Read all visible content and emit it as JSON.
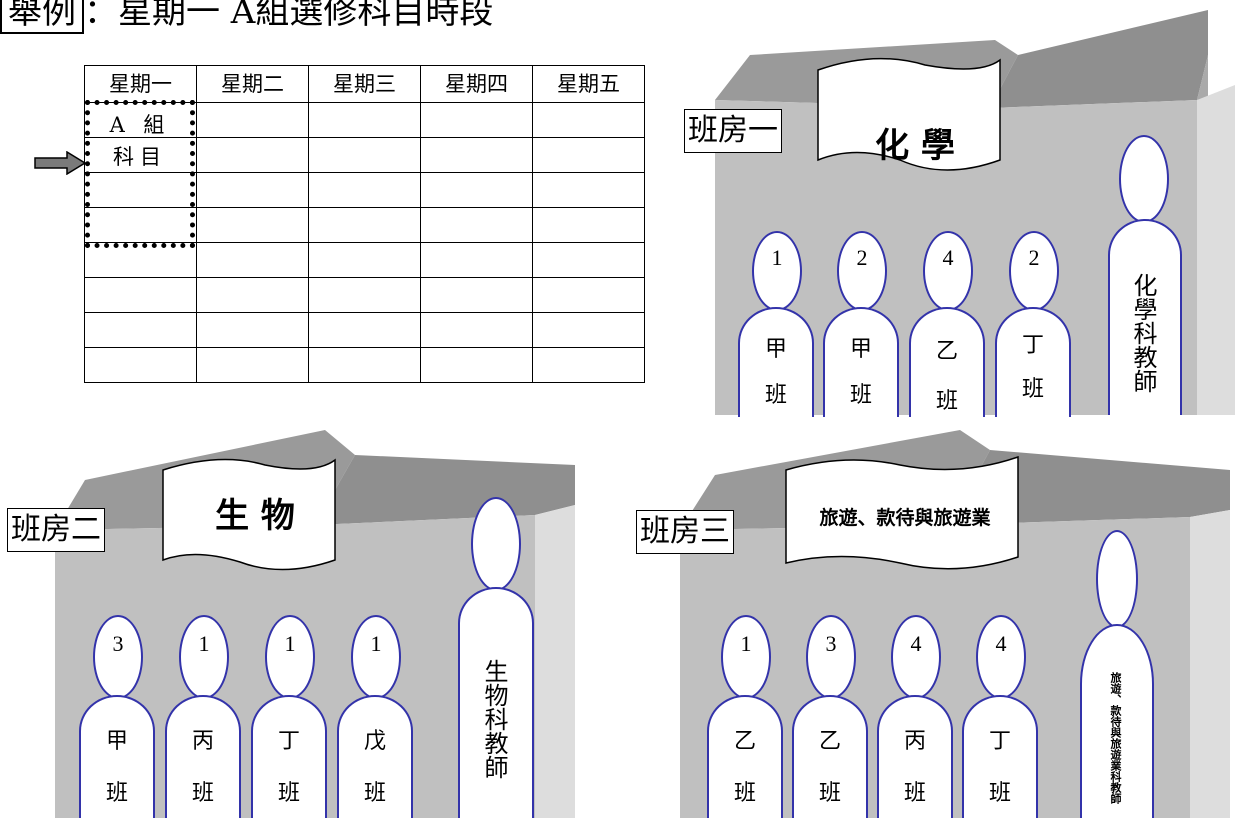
{
  "heading": {
    "boxed": "舉例",
    "text": "：星期一 A組選修科目時段"
  },
  "timetable": {
    "days": [
      "星期一",
      "星期二",
      "星期三",
      "星期四",
      "星期五"
    ],
    "slot_label_1": "A 組",
    "slot_label_2": "科目"
  },
  "rooms": [
    {
      "label": "班房一",
      "subject": "化 學",
      "students": [
        {
          "count": "1",
          "class_1": "甲",
          "class_2": "班"
        },
        {
          "count": "2",
          "class_1": "甲",
          "class_2": "班"
        },
        {
          "count": "4",
          "class_1": "乙",
          "class_2": "班"
        },
        {
          "count": "2",
          "class_1": "丁",
          "class_2": "班"
        }
      ],
      "teacher": "化學科教師"
    },
    {
      "label": "班房二",
      "subject": "生 物",
      "students": [
        {
          "count": "3",
          "class_1": "甲",
          "class_2": "班"
        },
        {
          "count": "1",
          "class_1": "丙",
          "class_2": "班"
        },
        {
          "count": "1",
          "class_1": "丁",
          "class_2": "班"
        },
        {
          "count": "1",
          "class_1": "戊",
          "class_2": "班"
        }
      ],
      "teacher": "生物科教師"
    },
    {
      "label": "班房三",
      "subject": "旅遊、款待與旅遊業",
      "students": [
        {
          "count": "1",
          "class_1": "乙",
          "class_2": "班"
        },
        {
          "count": "3",
          "class_1": "乙",
          "class_2": "班"
        },
        {
          "count": "4",
          "class_1": "丙",
          "class_2": "班"
        },
        {
          "count": "4",
          "class_1": "丁",
          "class_2": "班"
        }
      ],
      "teacher": "旅遊、款待與旅遊業科教師"
    }
  ],
  "colors": {
    "wall": "#c0c0c0",
    "roof": "#9a9a9a",
    "side": "#dddddd",
    "outline": "#3333aa"
  }
}
